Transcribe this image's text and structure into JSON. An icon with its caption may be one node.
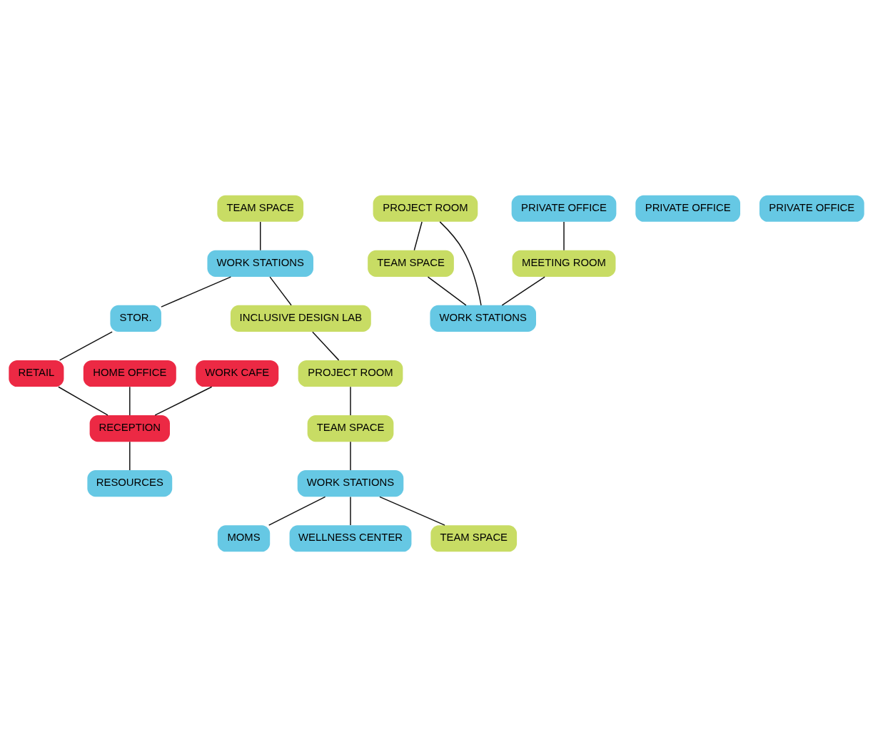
{
  "diagram": {
    "nodes": [
      {
        "text": [
          "TEAM SPACE"
        ]
      },
      {
        "text": [
          "WORK STATIONS"
        ]
      },
      {
        "text": [
          "HOME OFFICE"
        ]
      },
      {
        "text": [
          "WORK CAFE"
        ]
      },
      {
        "text": [
          "PROJECT ROOM"
        ]
      },
      {
        "text": [
          "TEAM SPACE"
        ]
      },
      {
        "text": [
          "PRIVATE OFFICE"
        ]
      },
      {
        "text": [
          "MEETING ROOM"
        ]
      },
      {
        "text": [
          "WORK STATIONS"
        ]
      },
      {
        "text": [
          "STOR."
        ]
      },
      {
        "text": [
          "RETAIL"
        ]
      },
      {
        "text": [
          "RECEPTION"
        ]
      },
      {
        "text": [
          "RESOURCES"
        ]
      },
      {
        "text": [
          "INCLUSIVE DESIGN LAB"
        ]
      },
      {
        "text": [
          "PRIVATE OFFICE"
        ]
      },
      {
        "text": [
          "PRIVATE OFFICE"
        ]
      },
      {
        "text": [
          "PROJECT ROOM"
        ]
      },
      {
        "text": [
          "MOMS"
        ]
      },
      {
        "text": [
          "TEAM SPACE"
        ]
      },
      {
        "text": [
          "WELLNESS CENTER"
        ]
      },
      {
        "text": [
          "WORK STATIONS"
        ]
      },
      {
        "text": [
          "TEAM SPACE"
        ]
      }
    ],
    "edges": [
      {
        "from": 0,
        "to": 1,
        "arrow": "none"
      },
      {
        "from": 1,
        "to": 9,
        "arrow": "none"
      },
      {
        "from": 9,
        "to": 10,
        "arrow": "none"
      },
      {
        "from": 10,
        "to": 11,
        "arrow": "none"
      },
      {
        "from": 11,
        "to": 12,
        "arrow": "none"
      },
      {
        "from": 2,
        "to": 11,
        "arrow": "none"
      },
      {
        "from": 3,
        "to": 11,
        "arrow": "none"
      },
      {
        "from": 4,
        "to": 5,
        "arrow": "none"
      },
      {
        "from": 4,
        "to": 8,
        "arrow": "none"
      },
      {
        "from": 5,
        "to": 8,
        "arrow": "none"
      },
      {
        "from": 6,
        "to": 7,
        "arrow": "none"
      },
      {
        "from": 7,
        "to": 8,
        "arrow": "none"
      },
      {
        "from": 1,
        "to": 13,
        "arrow": "none"
      },
      {
        "from": 13,
        "to": 16,
        "arrow": "none"
      },
      {
        "from": 16,
        "to": 18,
        "arrow": "none"
      },
      {
        "from": 18,
        "to": 20,
        "arrow": "none"
      },
      {
        "from": 20,
        "to": 17,
        "arrow": "none"
      },
      {
        "from": 20,
        "to": 19,
        "arrow": "none"
      },
      {
        "from": 20,
        "to": 21,
        "arrow": "none"
      }
    ]
  }
}
